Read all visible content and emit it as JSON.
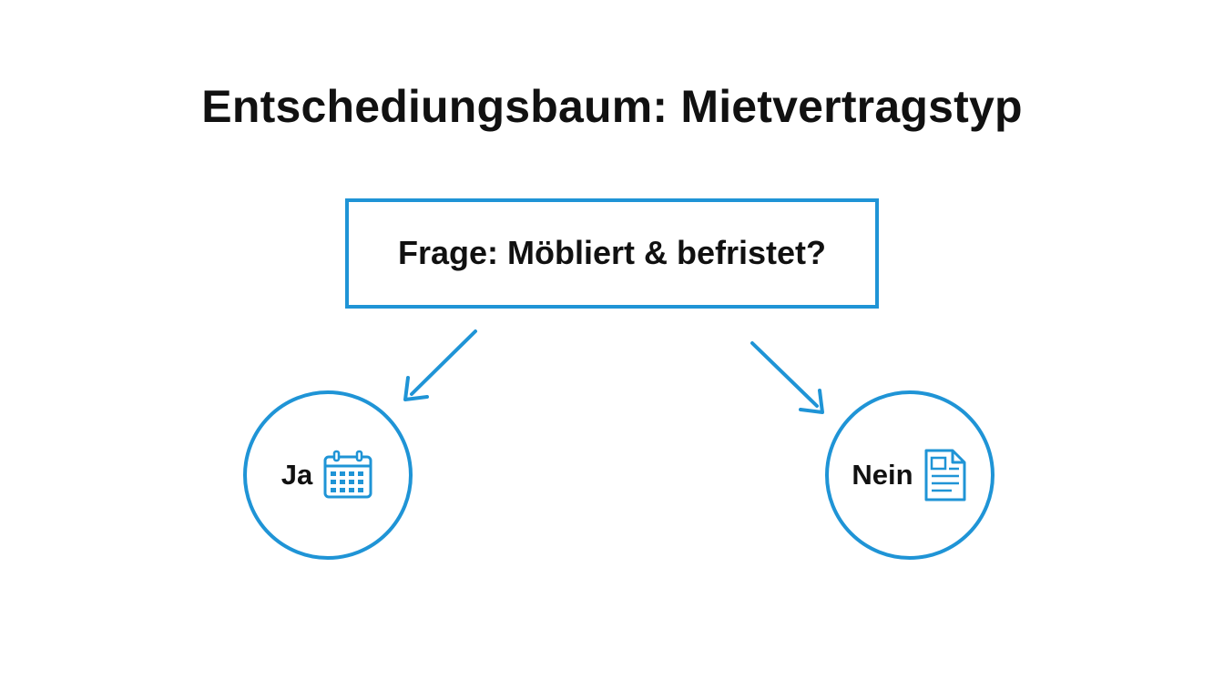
{
  "diagram": {
    "title": "Entschediungsbaum: Mietvertragstyp",
    "question": "Frage: Möbliert & befristet?",
    "branches": [
      {
        "label": "Ja",
        "icon": "calendar-icon"
      },
      {
        "label": "Nein",
        "icon": "document-icon"
      }
    ],
    "colors": {
      "accent": "#1f94d6",
      "text": "#111111",
      "background": "#ffffff"
    }
  }
}
